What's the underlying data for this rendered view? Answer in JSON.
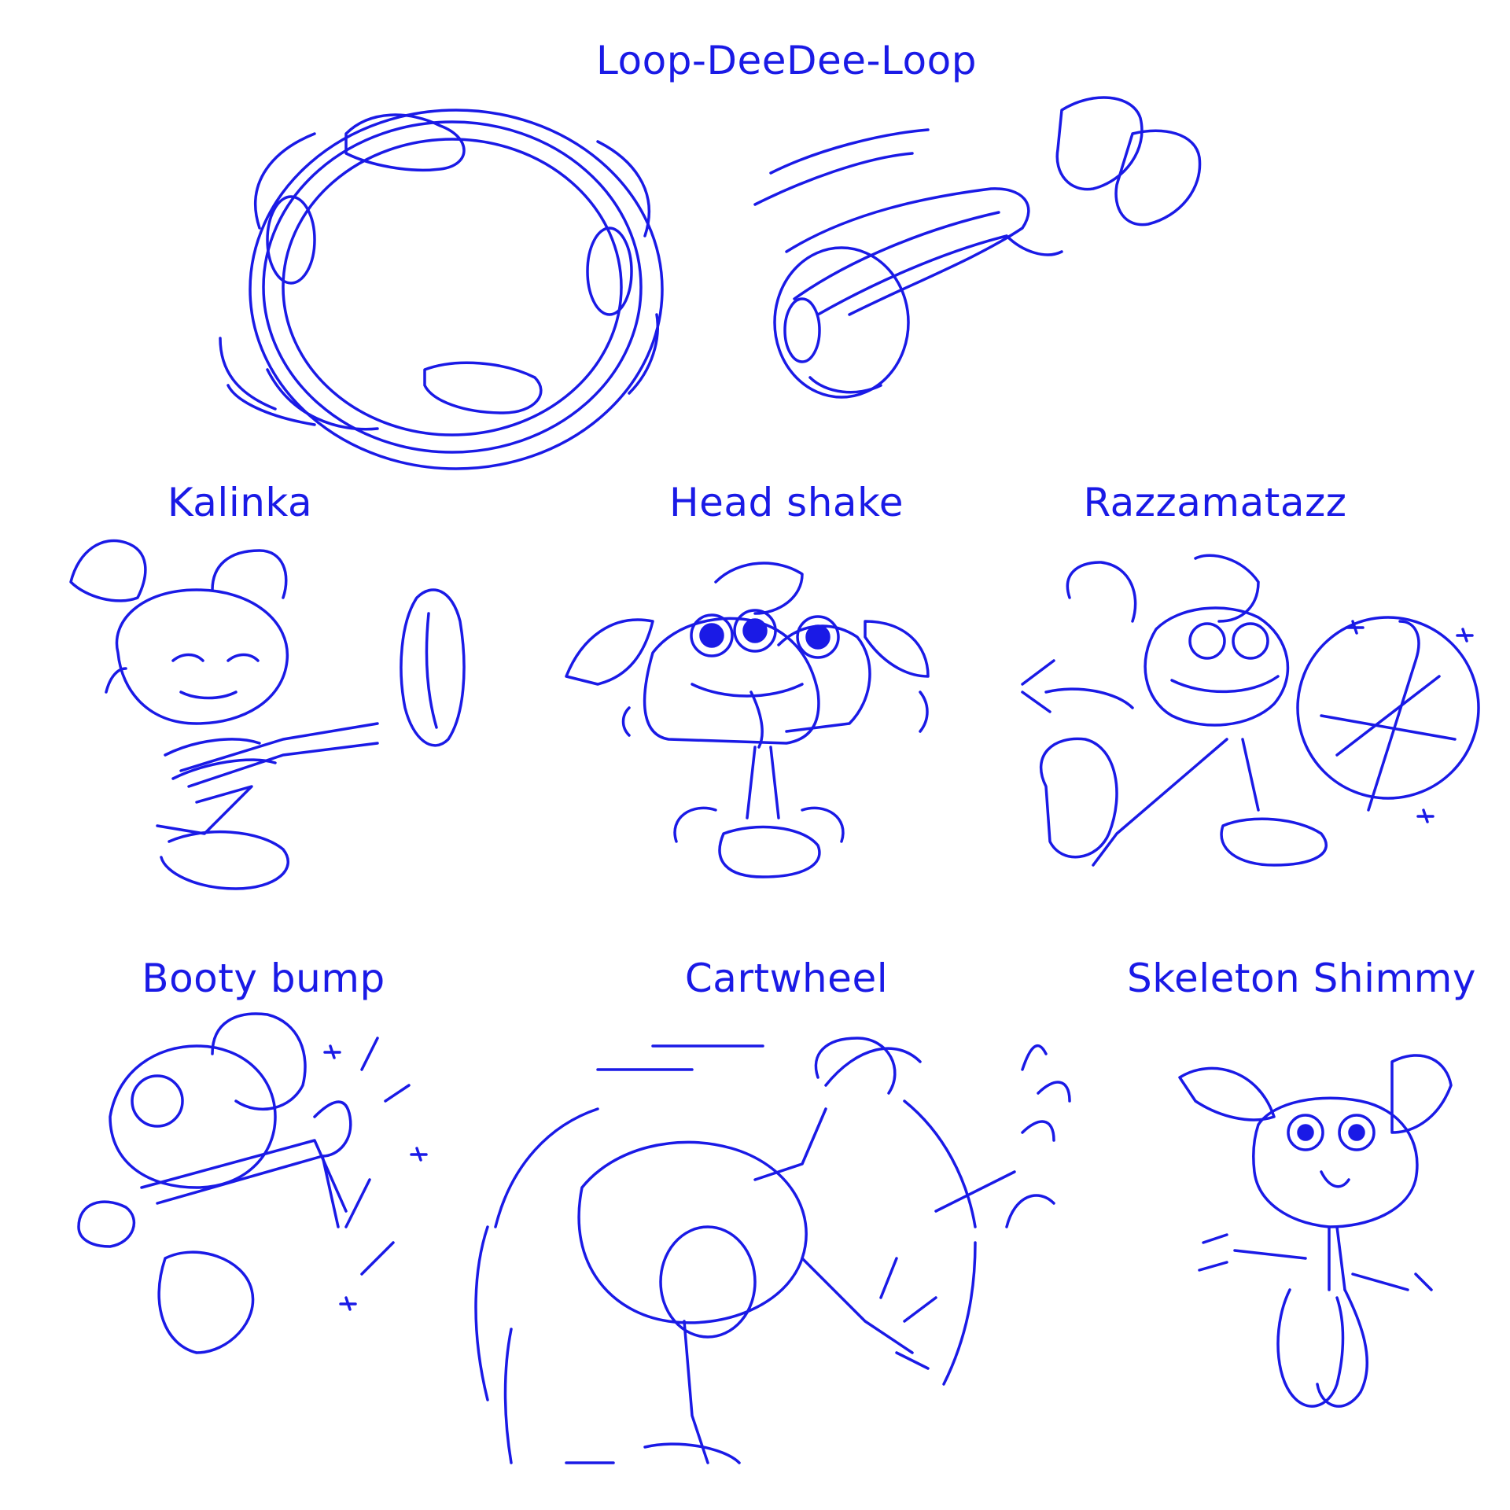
{
  "palette": {
    "ink": "#1a1ae6",
    "paper": "#ffffff"
  },
  "titles": {
    "loop": "Loop-DeeDee-Loop",
    "kalinka": "Kalinka",
    "headshake": "Head shake",
    "razz": "Razzamatazz",
    "booty": "Booty bump",
    "cartwheel": "Cartwheel",
    "skeleton": "Skeleton Shimmy"
  }
}
